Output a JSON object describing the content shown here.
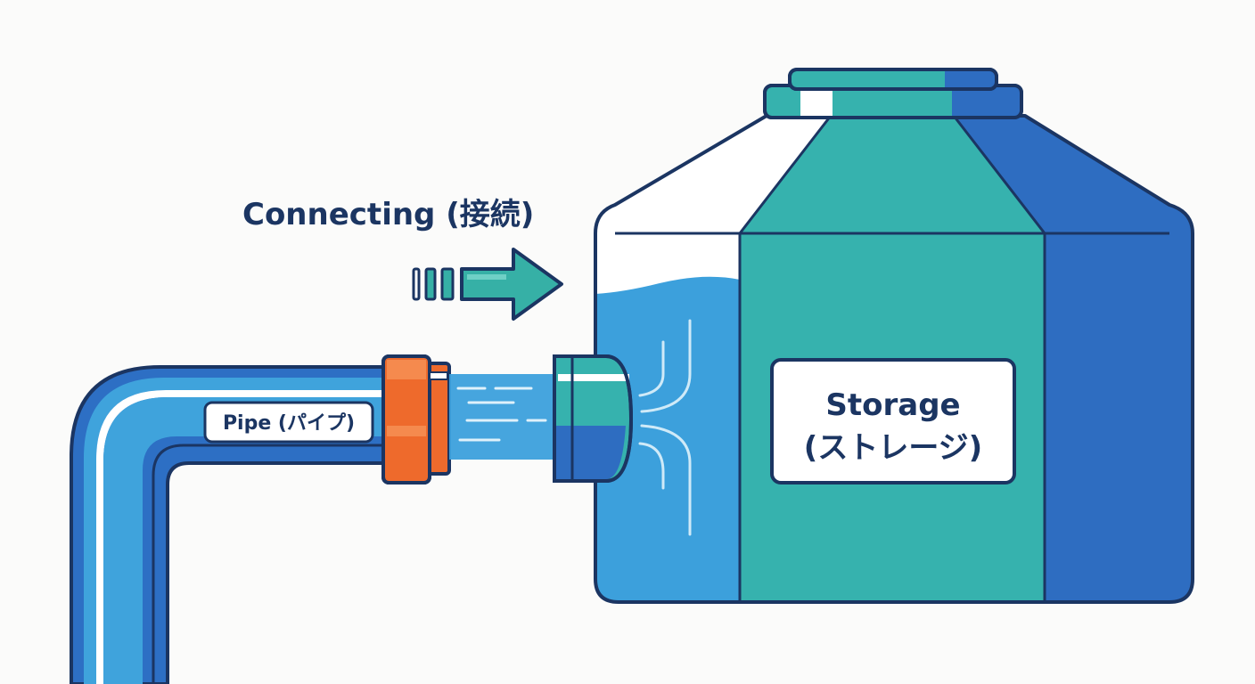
{
  "labels": {
    "connecting": "Connecting (接続)",
    "pipe": "Pipe (パイプ)",
    "storage_line1": "Storage",
    "storage_line2": "(ストレージ)"
  },
  "colors": {
    "outline": "#1b3562",
    "pipe_blue": "#2d6fc4",
    "pipe_light": "#3fa3dc",
    "teal": "#36b2ae",
    "tank_blue": "#2e6dc1",
    "water": "#3ca0dc",
    "coupling_orange": "#ee6a2c",
    "arrow_teal": "#36b0a6",
    "label_bg": "#ffffff"
  },
  "icons": [
    "connect-arrow-icon",
    "water-flow-icon"
  ]
}
